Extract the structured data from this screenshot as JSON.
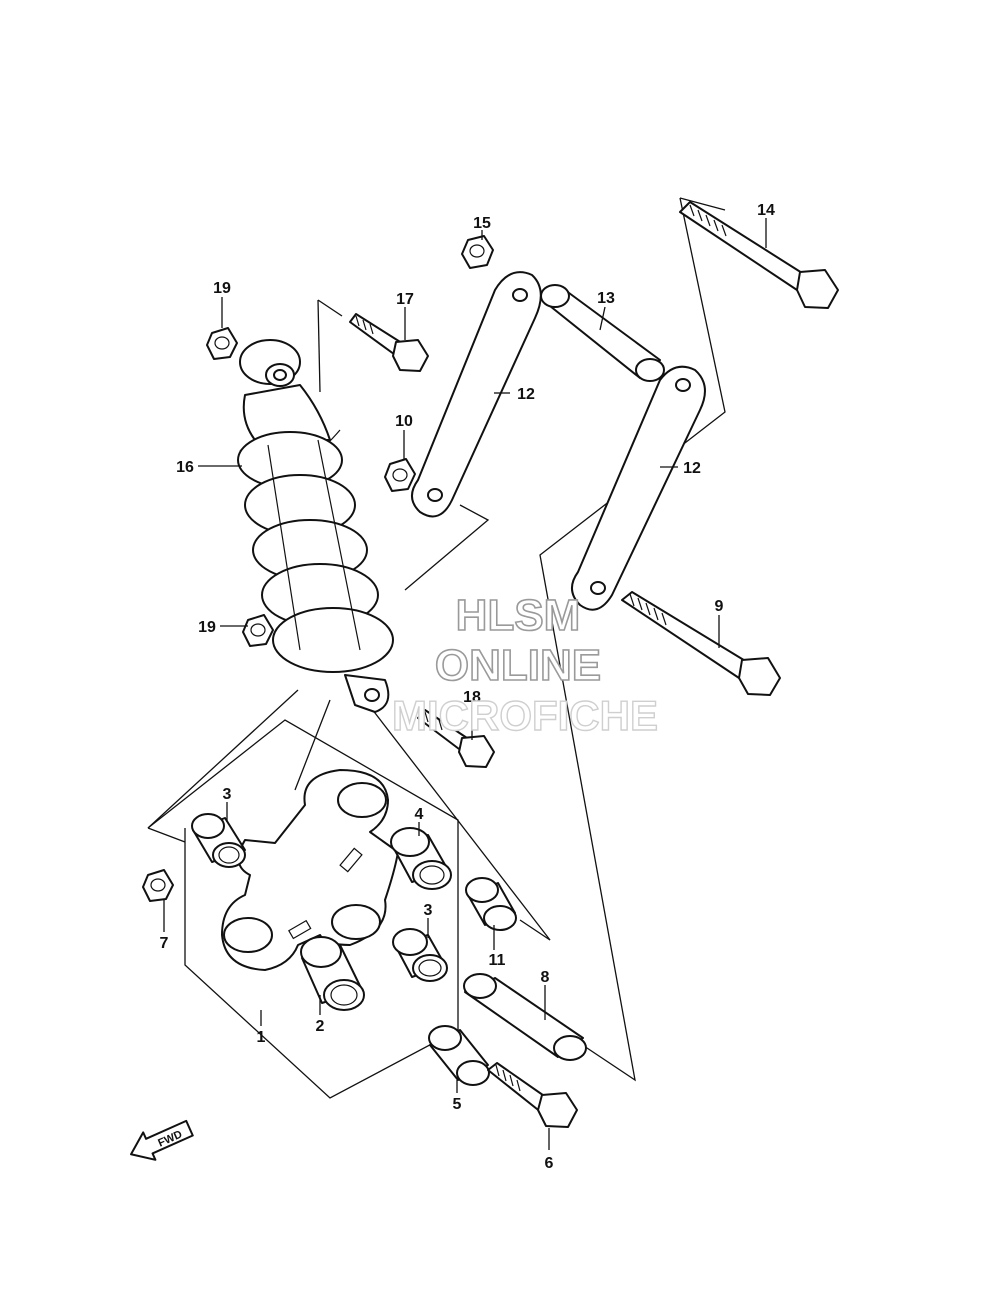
{
  "diagram": {
    "labels": {
      "p1": "1",
      "p2": "2",
      "p3a": "3",
      "p3b": "3",
      "p4": "4",
      "p5": "5",
      "p6": "6",
      "p7": "7",
      "p8": "8",
      "p9": "9",
      "p10": "10",
      "p11": "11",
      "p12a": "12",
      "p12b": "12",
      "p13": "13",
      "p14": "14",
      "p15": "15",
      "p16": "16",
      "p17": "17",
      "p18": "18",
      "p19a": "19",
      "p19b": "19"
    },
    "fwd_label": "FWD",
    "watermark": {
      "line1": "HLSM",
      "line2": "ONLINE",
      "line3": "MICROFICHE"
    }
  }
}
